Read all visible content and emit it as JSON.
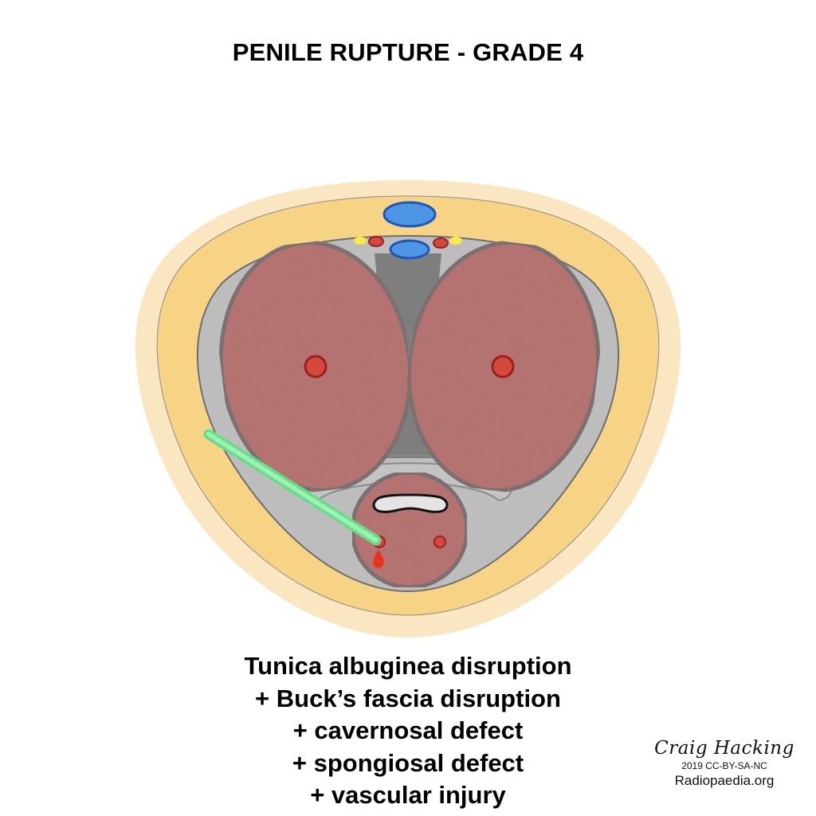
{
  "title": "PENILE RUPTURE - GRADE 4",
  "caption_lines": [
    "Tunica albuginea disruption",
    "+ Buck’s fascia disruption",
    "+ cavernosal defect",
    "+ spongiosal defect",
    "+ vascular injury"
  ],
  "credit": {
    "signature": "Craig Hacking",
    "license": "2019 CC-BY-SA-NC",
    "site": "Radiopaedia.org"
  },
  "colors": {
    "skin_outer": "#FBE6C2",
    "subcutaneous_fat": "#F7D485",
    "bucks_fascia": "#BDBDBD",
    "septum": "#7E7E7E",
    "erectile_tissue": "#B06A68",
    "artery": "#D34A3C",
    "vein": "#4F95E6",
    "nerve": "#F4EB4A",
    "urethra": "#E4E4E4",
    "tear_line": "#7EEC9A",
    "hemorrhage": "#E8321C"
  }
}
